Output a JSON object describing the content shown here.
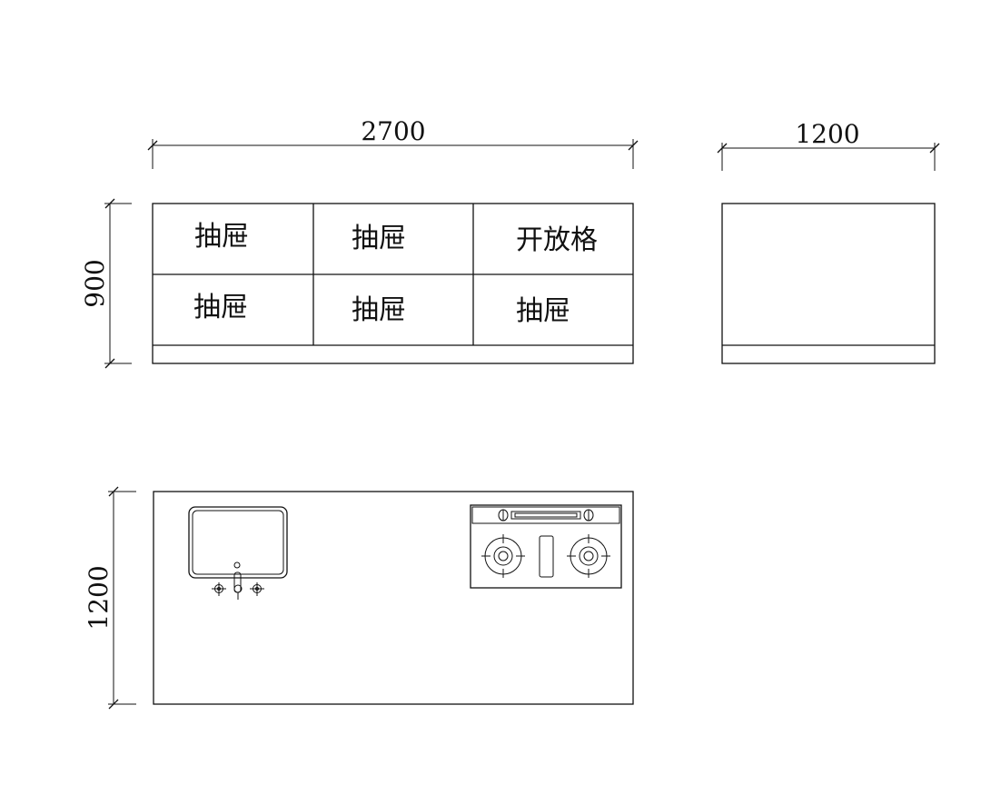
{
  "front_elevation": {
    "width_dim": "2700",
    "height_dim": "900",
    "cells": {
      "top_left": "抽屉",
      "top_middle": "抽屉",
      "top_right": "开放格",
      "bottom_left": "抽屉",
      "bottom_middle": "抽屉",
      "bottom_right": "抽屉"
    }
  },
  "side_elevation": {
    "width_dim": "1200"
  },
  "plan_view": {
    "height_dim": "1200",
    "fixtures": [
      "sink-icon",
      "faucet-icon",
      "gas-stove-icon"
    ]
  }
}
